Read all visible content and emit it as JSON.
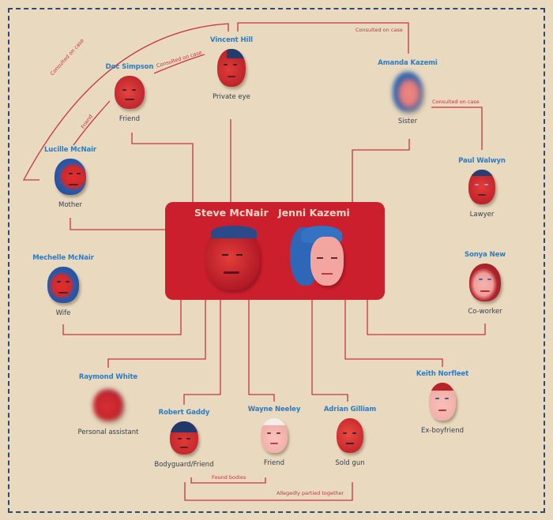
{
  "colors": {
    "background": "#e8d9bf",
    "border": "#2a4a72",
    "line": "#c8353e",
    "center_box": "#cc1f2e",
    "name_text": "#2a7cc7",
    "role_text": "#34404f",
    "center_name_text": "#f4d9c8"
  },
  "center": {
    "people": [
      {
        "name": "Steve McNair"
      },
      {
        "name": "Jenni Kazemi"
      }
    ]
  },
  "people": [
    {
      "id": "vincent-hill",
      "name": "Vincent Hill",
      "role": "Private eye",
      "blurred": false
    },
    {
      "id": "doc-simpson",
      "name": "Doc Simpson",
      "role": "Friend",
      "blurred": false
    },
    {
      "id": "amanda-kazemi",
      "name": "Amanda Kazemi",
      "role": "Sister",
      "blurred": true
    },
    {
      "id": "lucille-mcnair",
      "name": "Lucille McNair",
      "role": "Mother",
      "blurred": false
    },
    {
      "id": "paul-walwyn",
      "name": "Paul Walwyn",
      "role": "Lawyer",
      "blurred": false
    },
    {
      "id": "mechelle-mcnair",
      "name": "Mechelle McNair",
      "role": "Wife",
      "blurred": false
    },
    {
      "id": "sonya-new",
      "name": "Sonya New",
      "role": "Co-worker",
      "blurred": false
    },
    {
      "id": "raymond-white",
      "name": "Raymond White",
      "role": "Personal assistant",
      "blurred": true
    },
    {
      "id": "keith-norfleet",
      "name": "Keith Norfleet",
      "role": "Ex-boyfriend",
      "blurred": false
    },
    {
      "id": "robert-gaddy",
      "name": "Robert Gaddy",
      "role": "Bodyguard/Friend",
      "blurred": false
    },
    {
      "id": "wayne-neeley",
      "name": "Wayne Neeley",
      "role": "Friend",
      "blurred": false
    },
    {
      "id": "adrian-gilliam",
      "name": "Adrian Gilliam",
      "role": "Sold gun",
      "blurred": false
    }
  ],
  "edge_labels": {
    "vincent_amanda": "Consulted on case",
    "vincent_lucille": "Consulted on case",
    "doc_vincent": "Consulted on case",
    "doc_lucille": "Friend",
    "amanda_paul": "Consulted on case",
    "gaddy_neeley": "Found bodies",
    "gaddy_gilliam": "Allegedly partied together"
  }
}
